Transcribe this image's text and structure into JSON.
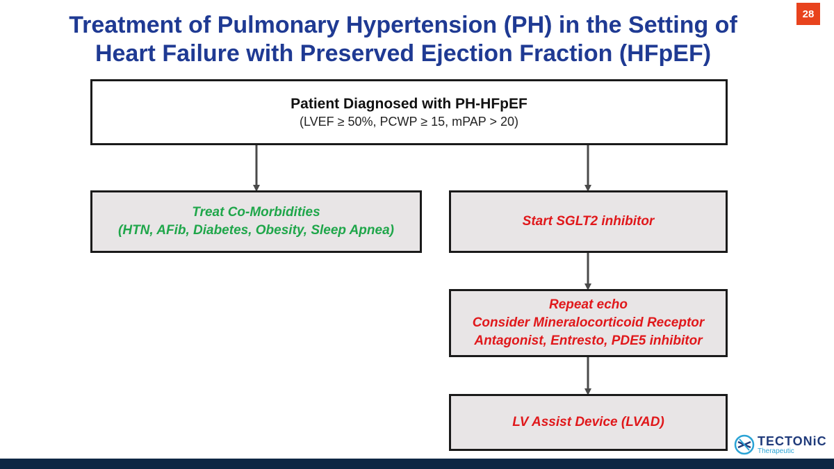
{
  "slide": {
    "title_line1": "Treatment of Pulmonary Hypertension (PH) in the Setting of",
    "title_line2": "Heart Failure with Preserved Ejection Fraction (HFpEF)",
    "page_number": "28"
  },
  "diagram": {
    "diagnosis": {
      "title": "Patient Diagnosed with PH-HFpEF",
      "criteria": "(LVEF ≥ 50%, PCWP ≥ 15, mPAP > 20)"
    },
    "comorbidities": {
      "line1": "Treat Co-Morbidities",
      "line2": "(HTN, AFib, Diabetes, Obesity, Sleep Apnea)"
    },
    "sglt2": {
      "label": "Start SGLT2 inhibitor"
    },
    "repeat": {
      "line1": "Repeat echo",
      "line2": "Consider Mineralocorticoid Receptor",
      "line3": "Antagonist, Entresto, PDE5 inhibitor"
    },
    "lvad": {
      "label": "LV Assist Device (LVAD)"
    }
  },
  "logo": {
    "name": "TECTONiC",
    "tagline": "Therapeutic",
    "icon": "tectonic-logo-icon"
  },
  "colors": {
    "title": "#1f3a93",
    "badge": "#e8431d",
    "green_text": "#1fa64a",
    "red_text": "#e0181b",
    "box_fill": "#e8e5e6",
    "footer": "#0e2744"
  }
}
